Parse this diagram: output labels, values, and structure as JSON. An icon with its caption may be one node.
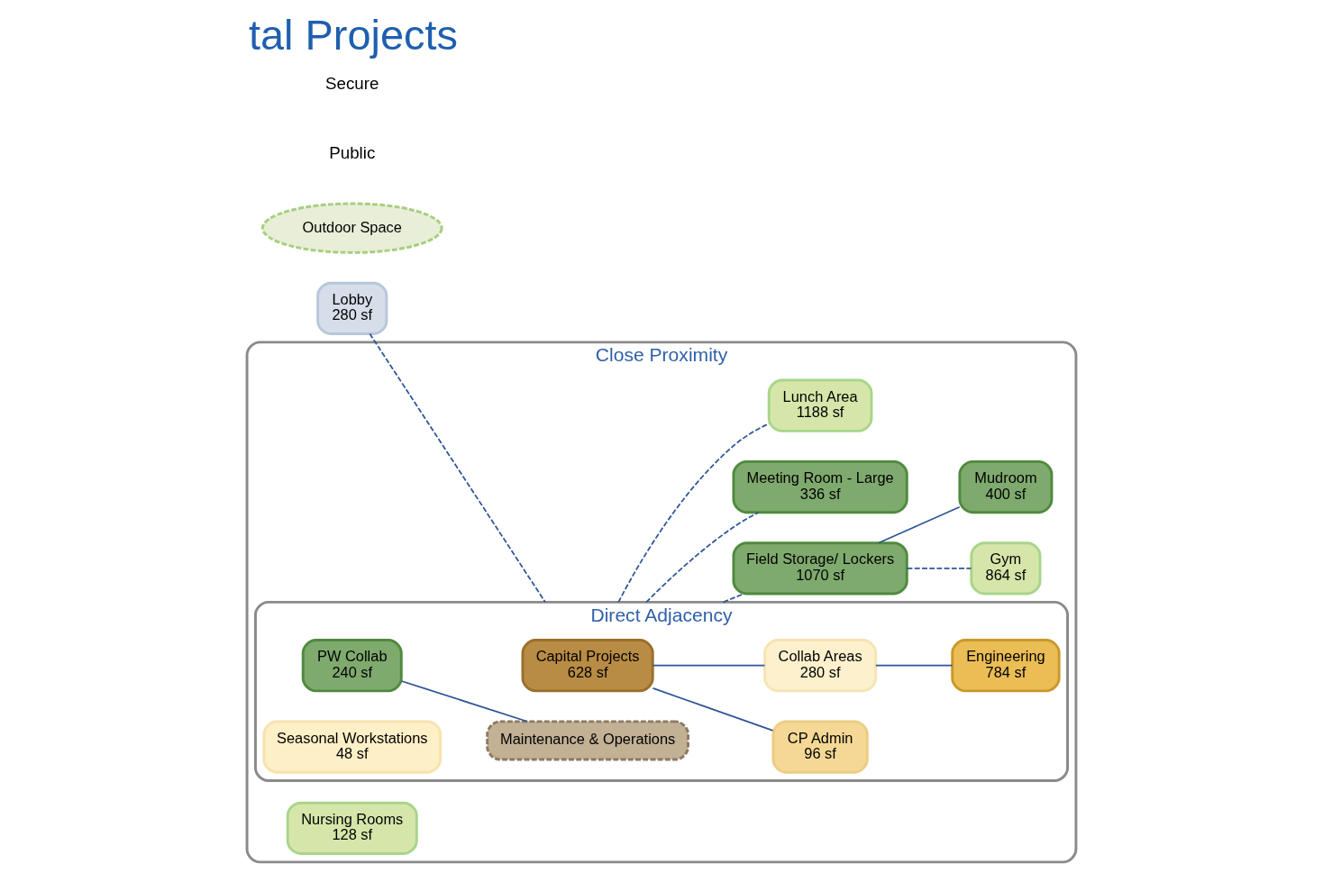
{
  "diagram": {
    "title": "tal Projects",
    "nodes": [
      {
        "text": [
          "Lobby",
          "280 sf"
        ]
      },
      {
        "text": [
          "Outdoor Space"
        ]
      },
      {
        "text": [
          "Close Proximity"
        ]
      },
      {
        "text": [
          "Direct Adjacency"
        ],
        "in": 2
      },
      {
        "text": [
          "Capital Projects",
          "628 sf"
        ],
        "in": 3
      },
      {
        "text": [
          "CP Admin",
          "96 sf"
        ],
        "in": 3
      },
      {
        "text": [
          "Collab Areas",
          "280 sf"
        ],
        "in": 3
      },
      {
        "text": [
          "PW Collab",
          "240 sf"
        ],
        "in": 3
      },
      {
        "text": [
          "Maintenance & Operations"
        ],
        "in": 3
      },
      {
        "text": [
          "Engineering",
          "784 sf"
        ],
        "in": 3
      },
      {
        "text": [
          "Seasonal Workstations",
          "48 sf"
        ],
        "in": 3
      },
      {
        "text": [
          "Field Storage/ Lockers",
          "1070 sf"
        ],
        "in": 2
      },
      {
        "text": [
          "Gym",
          "864 sf"
        ],
        "in": 2
      },
      {
        "text": [
          "Meeting Room - Large",
          "336 sf"
        ],
        "in": 2
      },
      {
        "text": [
          "Mudroom",
          "400 sf"
        ],
        "in": 2
      },
      {
        "text": [
          "Nursing Rooms",
          "128 sf"
        ],
        "in": 2
      },
      {
        "text": [
          "Lunch Area",
          "1188 sf"
        ],
        "in": 2
      }
    ],
    "edges": [
      {
        "from": 0,
        "to": 3,
        "arrow": "none",
        "style": "dashed"
      },
      {
        "from": 4,
        "to": 5,
        "arrow": "none"
      },
      {
        "from": 4,
        "to": 6,
        "arrow": "none"
      },
      {
        "from": 6,
        "to": 9,
        "arrow": "none"
      },
      {
        "from": 7,
        "to": 8,
        "arrow": "none"
      },
      {
        "from": 3,
        "to": 11,
        "arrow": "none",
        "style": "dashed"
      },
      {
        "from": 11,
        "to": 12,
        "arrow": "none",
        "style": "dashed"
      },
      {
        "from": 3,
        "to": 13,
        "arrow": "none",
        "style": "dashed"
      },
      {
        "from": 11,
        "to": 14,
        "arrow": "none"
      },
      {
        "from": 3,
        "to": 16,
        "arrow": "none",
        "style": "dashed"
      }
    ],
    "labels": [
      "Public",
      "Secure"
    ]
  }
}
